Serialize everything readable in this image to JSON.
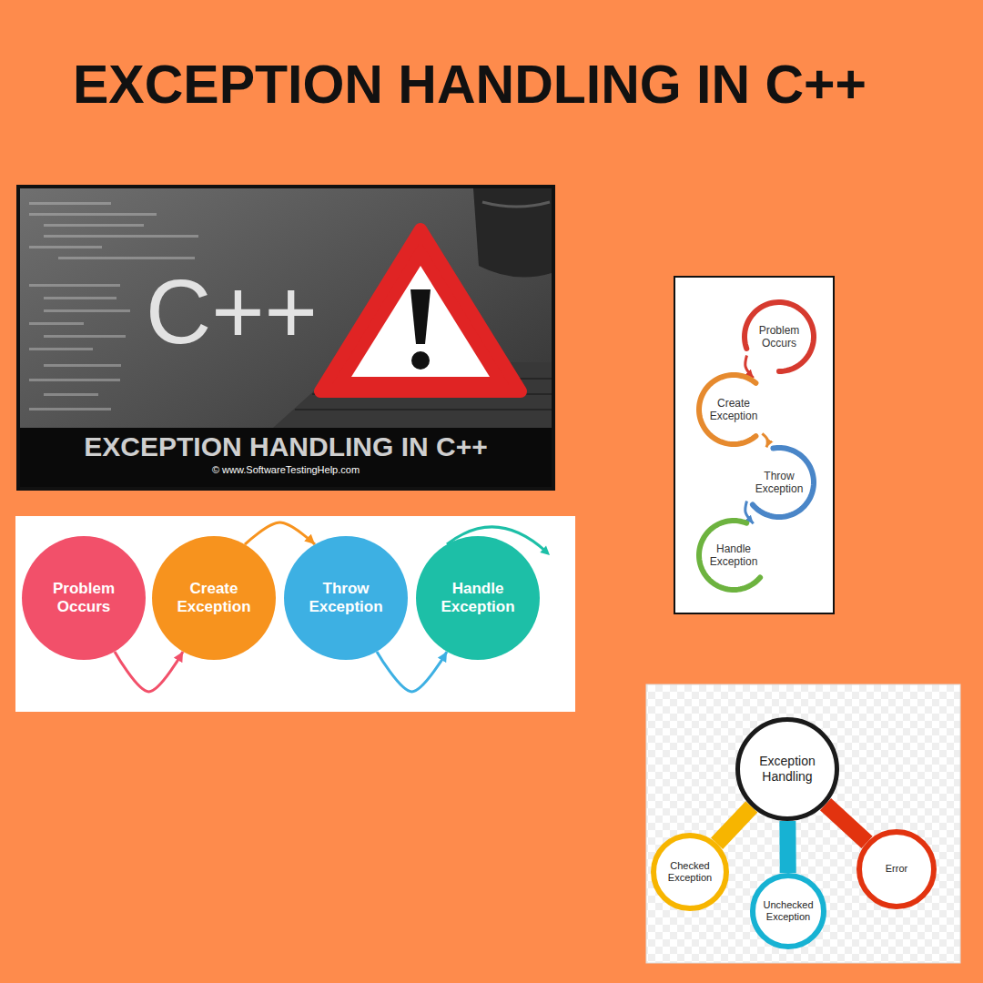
{
  "diagram": {
    "title": "EXCEPTION HANDLING IN C++",
    "nodes": [
      {
        "text": [
          "Problem Occurs"
        ]
      },
      {
        "text": [
          "Create Exception"
        ]
      },
      {
        "text": [
          "Throw Exception"
        ]
      },
      {
        "text": [
          "Handle Exception"
        ]
      },
      {
        "text": [
          "Problem Occurs"
        ]
      },
      {
        "text": [
          "Create Exception"
        ]
      },
      {
        "text": [
          "Throw Exception"
        ]
      },
      {
        "text": [
          "Handle Exception"
        ]
      },
      {
        "text": [
          "Exception Handling"
        ]
      },
      {
        "text": [
          "Checked Exception"
        ]
      },
      {
        "text": [
          "Unchecked Exception"
        ]
      },
      {
        "text": [
          "Error"
        ]
      }
    ],
    "edges": [
      {
        "from": 0,
        "to": 1,
        "arrow": "to"
      },
      {
        "from": 1,
        "to": 2,
        "arrow": "to"
      },
      {
        "from": 2,
        "to": 3,
        "arrow": "to"
      },
      {
        "from": 4,
        "to": 5,
        "arrow": "to"
      },
      {
        "from": 5,
        "to": 6,
        "arrow": "to"
      },
      {
        "from": 6,
        "to": 7,
        "arrow": "to"
      },
      {
        "from": 8,
        "to": 9,
        "arrow": "none"
      },
      {
        "from": 8,
        "to": 10,
        "arrow": "none"
      },
      {
        "from": 8,
        "to": 11,
        "arrow": "none"
      }
    ],
    "labels": [
      "C++",
      "EXCEPTION HANDLING IN C++",
      "© www.SoftwareTestingHelp.com"
    ]
  }
}
